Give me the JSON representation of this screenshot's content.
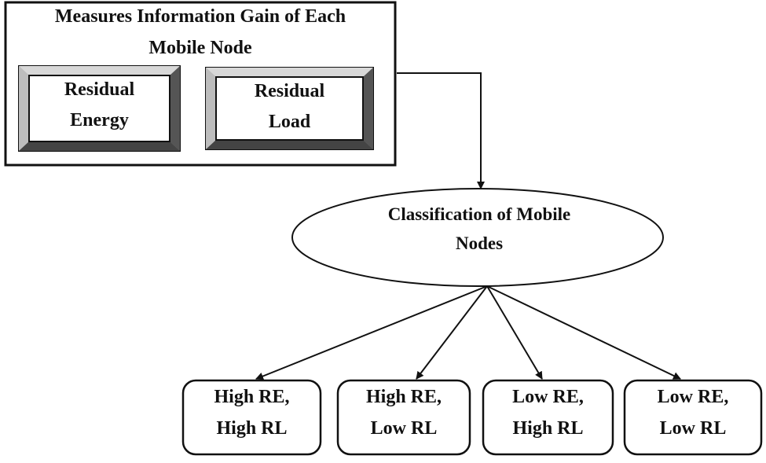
{
  "measures": {
    "title_line1": "Measures Information Gain of Each",
    "title_line2": "Mobile Node",
    "residual_energy": {
      "line1": "Residual",
      "line2": "Energy"
    },
    "residual_load": {
      "line1": "Residual",
      "line2": "Load"
    }
  },
  "classification": {
    "line1": "Classification of Mobile",
    "line2": "Nodes"
  },
  "categories": [
    {
      "line1": "High RE,",
      "line2": "High RL"
    },
    {
      "line1": "High RE,",
      "line2": "Low RL"
    },
    {
      "line1": "Low RE,",
      "line2": "High RL"
    },
    {
      "line1": "Low RE,",
      "line2": "Low RL"
    }
  ],
  "colors": {
    "stroke": "#111111",
    "bevel_dark": "#555555",
    "bevel_mid": "#9a9a9a",
    "bevel_light": "#d8d8d8",
    "fill": "#ffffff"
  }
}
